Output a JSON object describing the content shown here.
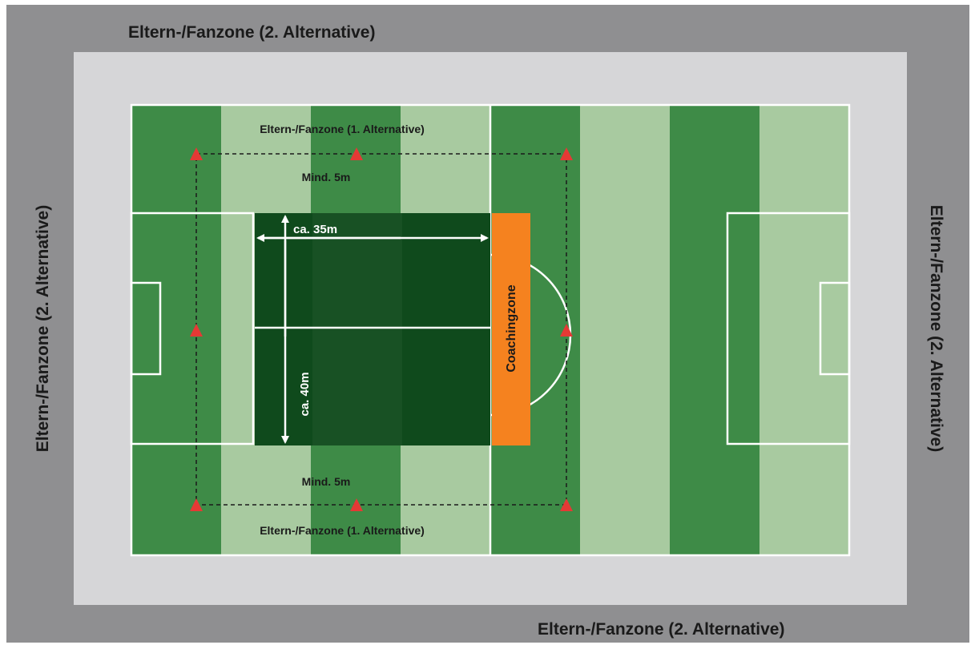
{
  "labels": {
    "outer_zone_top": "Eltern-/Fanzone (2. Alternative)",
    "outer_zone_bottom": "Eltern-/Fanzone (2. Alternative)",
    "outer_zone_left": "Eltern-/Fanzone (2. Alternative)",
    "outer_zone_right": "Eltern-/Fanzone (2. Alternative)",
    "inner_zone_top": "Eltern-/Fanzone (1. Alternative)",
    "inner_zone_bottom": "Eltern-/Fanzone (1. Alternative)",
    "min_distance_top": "Mind. 5m",
    "min_distance_bottom": "Mind. 5m",
    "width_measure": "ca. 35m",
    "length_measure": "ca. 40m",
    "coaching_zone": "Coachingzone"
  },
  "colors": {
    "outer_border": "#8f8f91",
    "inner_border": "#d6d6d8",
    "stripe_dark": "#3e8b47",
    "stripe_light": "#a8caa0",
    "small_field": "#0f4a1c",
    "coaching_zone": "#f5821f",
    "cone": "#e53935",
    "lines": "#ffffff",
    "text": "#1a1a1a"
  }
}
